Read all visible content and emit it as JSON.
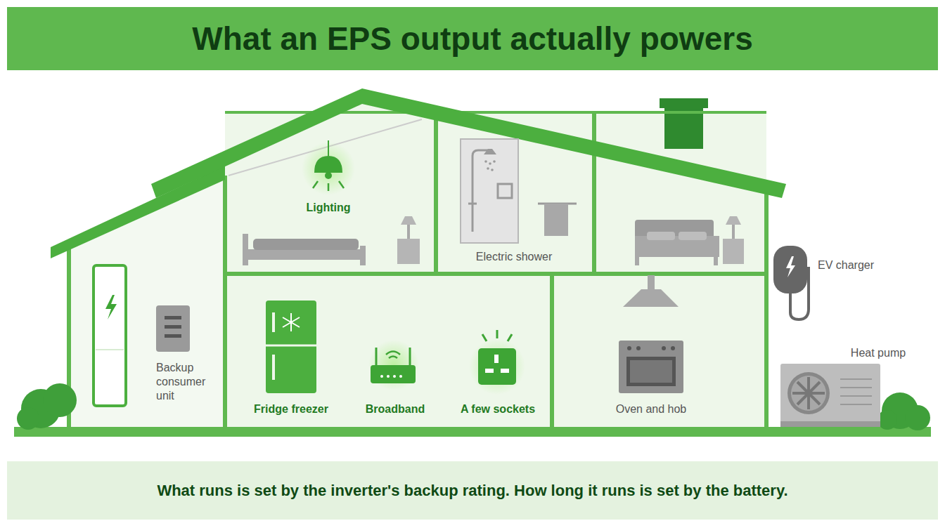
{
  "diagram": {
    "title": "What an EPS output actually powers",
    "caption": "What runs is set by the inverter's backup rating. How long it runs is set by the battery.",
    "labels": [
      "Lighting",
      "Electric shower",
      "EV charger",
      "Backup consumer unit",
      "Fridge freezer",
      "Broadband",
      "A few sockets",
      "Oven and hob",
      "Heat pump"
    ]
  }
}
